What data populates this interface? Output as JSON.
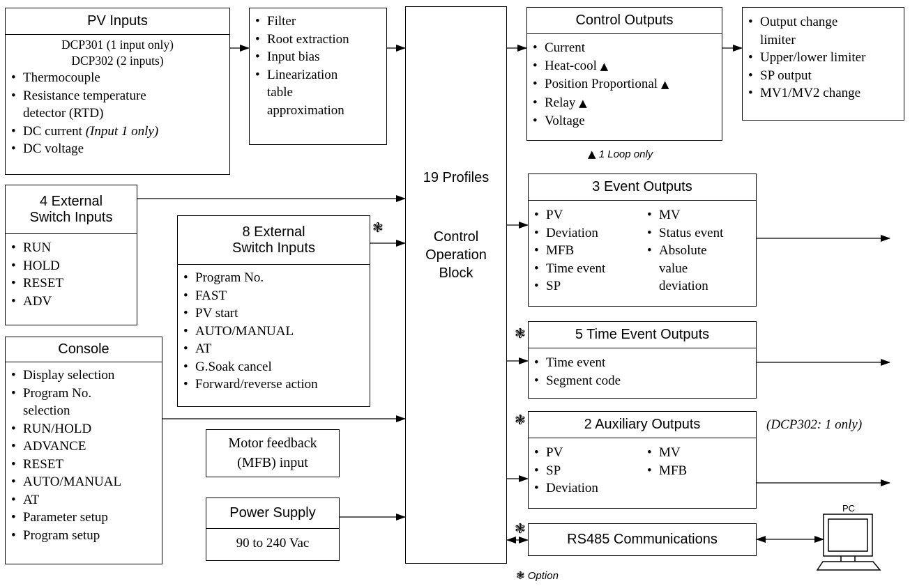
{
  "pv_inputs": {
    "title": "PV Inputs",
    "model1": "DCP301 (1 input only)",
    "model2": "DCP302 (2 inputs)",
    "items": [
      "Thermocouple",
      "Resistance temperature",
      "detector (RTD)",
      "DC current",
      "DC voltage"
    ],
    "dc_current_note": "(Input 1 only)"
  },
  "processing": {
    "items": [
      "Filter",
      "Root extraction",
      "Input bias",
      "Linearization",
      "table",
      "approximation"
    ]
  },
  "control_block": {
    "profiles": "19 Profiles",
    "line1": "Control",
    "line2": "Operation",
    "line3": "Block"
  },
  "control_outputs": {
    "title": "Control Outputs",
    "items": [
      "Current",
      "Heat-cool",
      "Position Proportional",
      "Relay",
      "Voltage"
    ],
    "note": "1 Loop only"
  },
  "limiters": {
    "items": [
      "Output change",
      "limiter",
      "Upper/lower limiter",
      "SP output",
      "MV1/MV2 change"
    ]
  },
  "ext_switch4": {
    "title_line1": "4 External",
    "title_line2": "Switch Inputs",
    "items": [
      "RUN",
      "HOLD",
      "RESET",
      "ADV"
    ]
  },
  "ext_switch8": {
    "title_line1": "8 External",
    "title_line2": "Switch Inputs",
    "items": [
      "Program No.",
      "FAST",
      "PV start",
      "AUTO/MANUAL",
      "AT",
      "G.Soak cancel",
      "Forward/reverse action"
    ]
  },
  "console": {
    "title": "Console",
    "items": [
      "Display selection",
      "Program No.",
      "selection",
      "RUN/HOLD",
      "ADVANCE",
      "RESET",
      "AUTO/MANUAL",
      "AT",
      "Parameter setup",
      "Program setup"
    ]
  },
  "motor_feedback": {
    "line1": "Motor feedback",
    "line2": "(MFB) input"
  },
  "power_supply": {
    "title": "Power Supply",
    "value": "90 to 240 Vac"
  },
  "event_outputs": {
    "title": "3 Event Outputs",
    "col1": [
      "PV",
      "Deviation",
      "MFB",
      "Time event",
      "SP"
    ],
    "col2": [
      "MV",
      "Status event",
      "Absolute",
      "value",
      "deviation"
    ]
  },
  "time_event_outputs": {
    "title": "5 Time Event Outputs",
    "items": [
      "Time event",
      "Segment code"
    ]
  },
  "aux_outputs": {
    "title": "2 Auxiliary Outputs",
    "note": "(DCP302: 1 only)",
    "col1": [
      "PV",
      "SP",
      "Deviation"
    ],
    "col2": [
      "MV",
      "MFB"
    ]
  },
  "rs485": {
    "title": "RS485 Communications"
  },
  "pc": {
    "label": "PC"
  },
  "legend": {
    "option_symbol": "❃",
    "option_text": "Option"
  }
}
